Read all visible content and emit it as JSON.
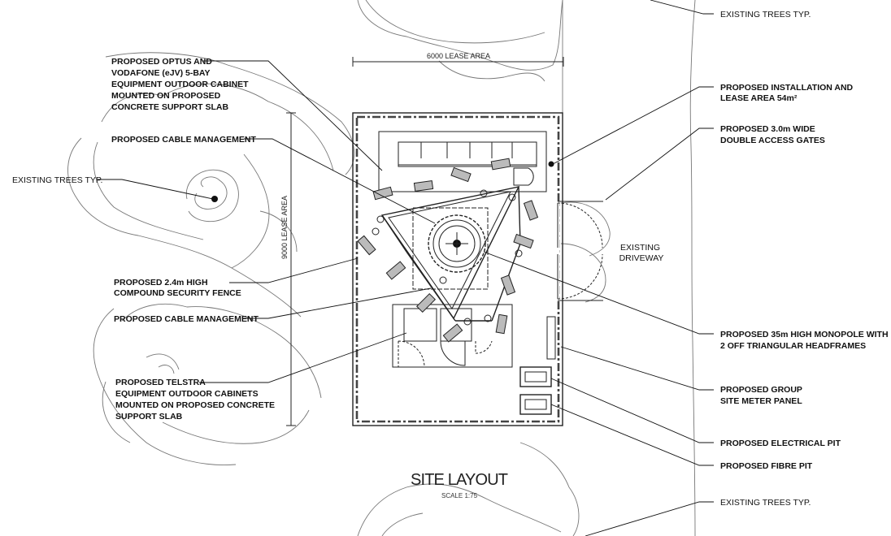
{
  "labels": {
    "optus_cabinet": [
      "PROPOSED OPTUS AND",
      "VODAFONE (eJV) 5-BAY",
      "EQUIPMENT OUTDOOR CABINET",
      "MOUNTED ON PROPOSED",
      "CONCRETE SUPPORT SLAB"
    ],
    "cable_mgmt_top": [
      "PROPOSED CABLE MANAGEMENT"
    ],
    "existing_trees_left": [
      "EXISTING TREES TYP."
    ],
    "security_fence": [
      "PROPOSED 2.4m HIGH",
      "COMPOUND SECURITY FENCE"
    ],
    "cable_mgmt_bottom": [
      "PROPOSED CABLE MANAGEMENT"
    ],
    "telstra_cabinets": [
      "PROPOSED TELSTRA",
      "EQUIPMENT OUTDOOR CABINETS",
      "MOUNTED ON PROPOSED CONCRETE",
      "SUPPORT SLAB"
    ],
    "existing_trees_top_right": [
      "EXISTING TREES TYP."
    ],
    "installation_area": [
      "PROPOSED INSTALLATION AND",
      "LEASE AREA 54m²"
    ],
    "access_gates": [
      "PROPOSED 3.0m WIDE",
      "DOUBLE ACCESS GATES"
    ],
    "existing_driveway": [
      "EXISTING",
      "DRIVEWAY"
    ],
    "monopole": [
      "PROPOSED 35m HIGH MONOPOLE WITH",
      "2 OFF TRIANGULAR HEADFRAMES"
    ],
    "meter_panel": [
      "PROPOSED GROUP",
      "SITE METER PANEL"
    ],
    "electrical_pit": [
      "PROPOSED ELECTRICAL PIT"
    ],
    "fibre_pit": [
      "PROPOSED FIBRE PIT"
    ],
    "existing_trees_bottom_right": [
      "EXISTING TREES TYP."
    ]
  },
  "dimensions": {
    "width_label": "6000 LEASE AREA",
    "height_label": "9000 LEASE AREA"
  },
  "title": "SITE LAYOUT",
  "scale": "SCALE 1:75"
}
